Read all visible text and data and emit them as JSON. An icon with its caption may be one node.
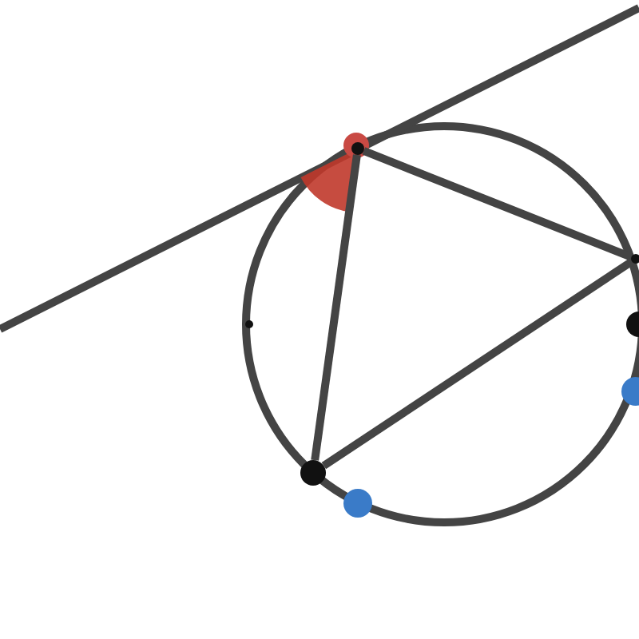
{
  "diagram": {
    "nodes": [
      {
        "text": [],
        "shape": "circle"
      },
      {
        "text": [],
        "shape": "circle"
      },
      {
        "text": [],
        "shape": "circle"
      },
      {
        "text": [],
        "shape": "circle"
      },
      {
        "text": [],
        "shape": "circle"
      },
      {
        "text": [],
        "shape": "circle"
      },
      {
        "text": [],
        "shape": "circle"
      }
    ],
    "edges": [
      {
        "from": 0,
        "to": 1,
        "arrow": "none"
      },
      {
        "from": 1,
        "to": 2,
        "arrow": "none"
      },
      {
        "from": 2,
        "to": 0,
        "arrow": "none"
      }
    ]
  }
}
